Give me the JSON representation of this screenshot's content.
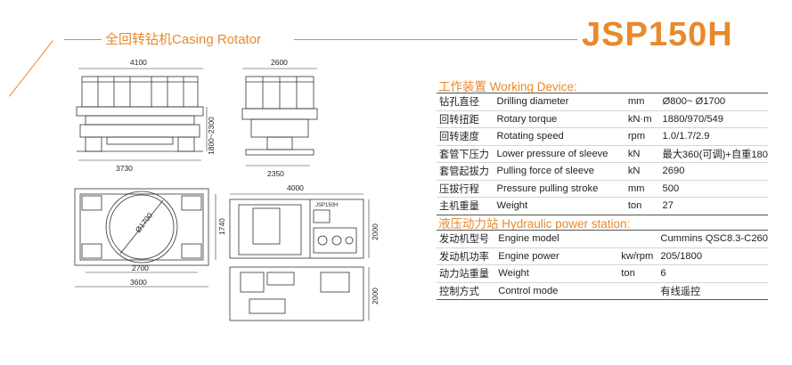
{
  "header": {
    "title": "全回转钻机Casing Rotator",
    "model": "JSP150H"
  },
  "drawings": {
    "dims": {
      "width_front": "4100",
      "height_front": "1800~2300",
      "base_front": "3730",
      "width_side": "2600",
      "base_side": "2350",
      "plan_diameter": "Ø1700",
      "plan_height": "1740",
      "plan_inner": "2700",
      "plan_outer": "3600",
      "station_width": "4000",
      "station_height_top": "2000",
      "station_height_bottom": "2000",
      "station_label": "JSP150H"
    }
  },
  "working_device": {
    "title": "工作装置 Working Device:",
    "rows": [
      {
        "cn": "钻孔直径",
        "en": "Drilling diameter",
        "unit": "mm",
        "value": "Ø800~ Ø1700"
      },
      {
        "cn": "回转扭距",
        "en": "Rotary torque",
        "unit": "kN·m",
        "value": "1880/970/549"
      },
      {
        "cn": "回转速度",
        "en": "Rotating speed",
        "unit": "rpm",
        "value": "1.0/1.7/2.9"
      },
      {
        "cn": "套管下压力",
        "en": "Lower pressure of sleeve",
        "unit": "kN",
        "value": "最大360(可调)+自重180"
      },
      {
        "cn": "套管起拔力",
        "en": "Pulling force of sleeve",
        "unit": "kN",
        "value": "2690"
      },
      {
        "cn": "压拔行程",
        "en": "Pressure pulling stroke",
        "unit": "mm",
        "value": "500"
      },
      {
        "cn": "主机重量",
        "en": "Weight",
        "unit": "ton",
        "value": "27"
      }
    ]
  },
  "hydraulic_station": {
    "title": "液压动力站 Hydraulic power station:",
    "rows": [
      {
        "cn": "发动机型号",
        "en": "Engine model",
        "unit": "",
        "value": "Cummins QSC8.3-C260"
      },
      {
        "cn": "发动机功率",
        "en": "Engine power",
        "unit": "kw/rpm",
        "value": "205/1800"
      },
      {
        "cn": "动力站重量",
        "en": "Weight",
        "unit": "ton",
        "value": "6"
      },
      {
        "cn": "控制方式",
        "en": "Control mode",
        "unit": "",
        "value": "有线遥控"
      }
    ]
  },
  "colors": {
    "accent": "#e8892b",
    "text": "#222222",
    "rule": "#555555"
  }
}
